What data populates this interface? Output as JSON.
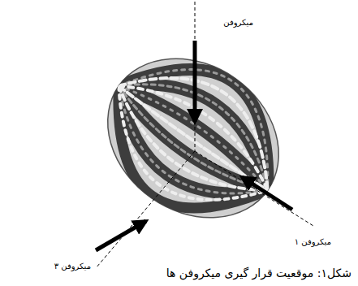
{
  "diagram": {
    "caption": "شکل۱: موقعیت قرار گیری میکروفن ها",
    "labels": [
      "میکروفن",
      "میکروفن ۱",
      "میکروفن ۳"
    ]
  }
}
